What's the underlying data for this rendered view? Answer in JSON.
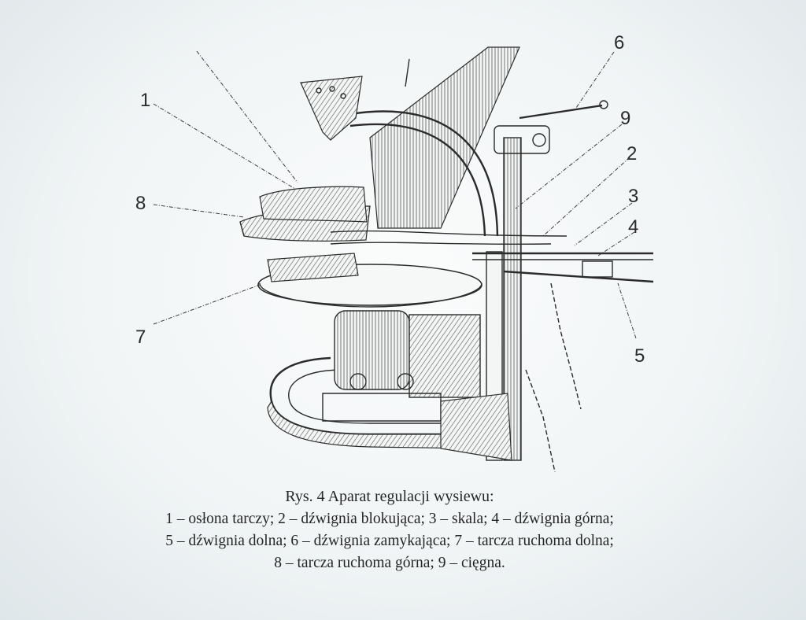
{
  "diagram": {
    "callouts": [
      {
        "label": "1"
      },
      {
        "label": "2"
      },
      {
        "label": "3"
      },
      {
        "label": "4"
      },
      {
        "label": "5"
      },
      {
        "label": "6"
      },
      {
        "label": "7"
      },
      {
        "label": "8"
      },
      {
        "label": "9"
      }
    ]
  },
  "caption": {
    "title": "Rys. 4 Aparat regulacji wysiewu:",
    "lines": [
      "1 – osłona tarczy; 2 – dźwignia blokująca; 3 – skala; 4 – dźwignia górna;",
      "5 – dźwignia dolna; 6 – dźwignia zamykająca; 7 – tarcza ruchoma dolna;",
      "8 – tarcza ruchoma górna; 9 – cięgna."
    ]
  }
}
